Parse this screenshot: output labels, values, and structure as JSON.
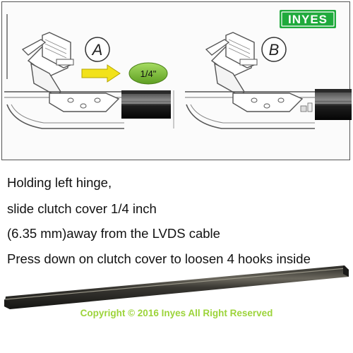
{
  "brand": {
    "logo_text": "INYES",
    "logo_color": "#1faa3c"
  },
  "diagram": {
    "panel_a_label": "A",
    "panel_b_label": "B",
    "measure_label": "1/4\"",
    "arrow_color": "#f2e21a",
    "oval_color": "#7ec23b"
  },
  "instructions": {
    "line1": "Holding left hinge,",
    "line2": "slide clutch cover 1/4 inch",
    "line3": "(6.35 mm)away from the LVDS cable",
    "line4": "Press down on clutch cover to loosen 4 hooks inside"
  },
  "footer": {
    "copyright": "Copyright © 2016 Inyes All Right Reserved",
    "copyright_color": "#9cd43a"
  }
}
